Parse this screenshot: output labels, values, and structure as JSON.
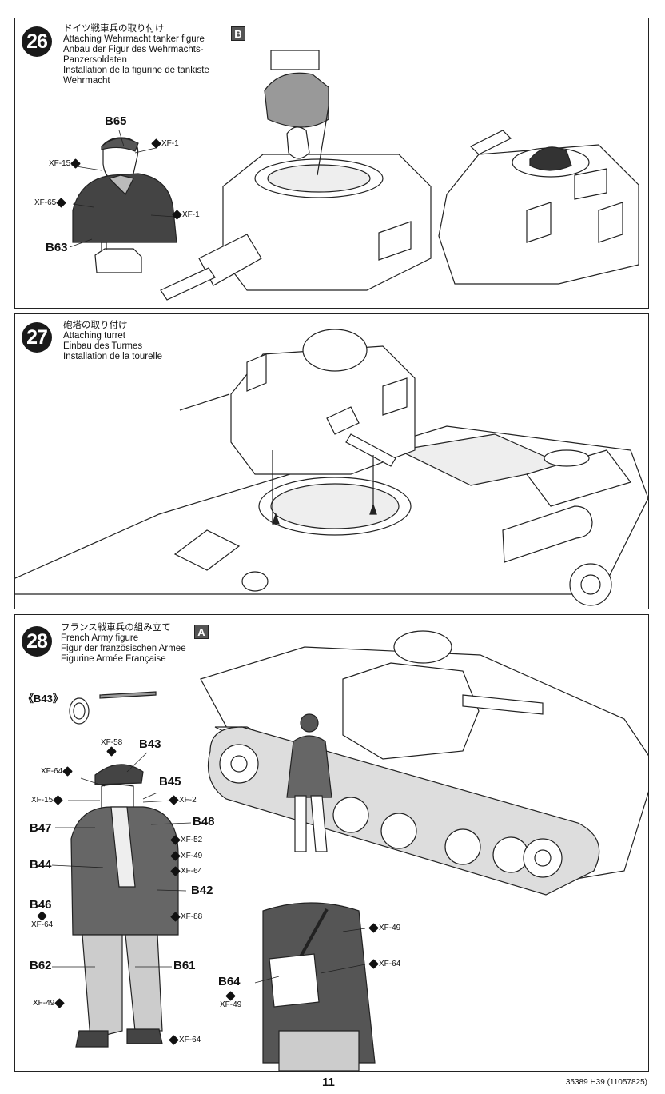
{
  "step26": {
    "number": "26",
    "part_tag": "B",
    "title_ja": "ドイツ戦車兵の取り付け",
    "title_en": "Attaching Wehrmacht tanker figure",
    "title_de_1": "Anbau der Figur des Wehrmachts-",
    "title_de_2": "Panzersoldaten",
    "title_fr_1": "Installation de la figurine de tankiste",
    "title_fr_2": "Wehrmacht",
    "parts": {
      "b65": "B65",
      "b63": "B63"
    },
    "paints": {
      "xf1_a": "XF-1",
      "xf15": "XF-15",
      "xf65": "XF-65",
      "xf1_b": "XF-1"
    }
  },
  "step27": {
    "number": "27",
    "title_ja": "砲塔の取り付け",
    "title_en": "Attaching turret",
    "title_de": "Einbau des Turmes",
    "title_fr": "Installation de la tourelle"
  },
  "step28": {
    "number": "28",
    "part_tag": "A",
    "title_ja": "フランス戦車兵の組み立て",
    "title_en": "French Army figure",
    "title_de": "Figur der französischen Armee",
    "title_fr": "Figurine Armée Française",
    "detail_part": "《B43》",
    "parts": {
      "b43": "B43",
      "b45": "B45",
      "b47": "B47",
      "b48": "B48",
      "b44": "B44",
      "b42": "B42",
      "b46": "B46",
      "b62": "B62",
      "b61": "B61",
      "b64": "B64"
    },
    "paints": {
      "xf58": "XF-58",
      "xf64_a": "XF-64",
      "xf15": "XF-15",
      "xf2": "XF-2",
      "xf52": "XF-52",
      "xf49_a": "XF-49",
      "xf64_b": "XF-64",
      "xf64_c": "XF-64",
      "xf88": "XF-88",
      "xf49_b": "XF-49",
      "xf64_d": "XF-64",
      "xf49_c": "XF-49",
      "xf64_e": "XF-64",
      "xf49_d": "XF-49"
    }
  },
  "footer": {
    "page_number": "11",
    "product_code": "35389  H39 (11057825)"
  }
}
